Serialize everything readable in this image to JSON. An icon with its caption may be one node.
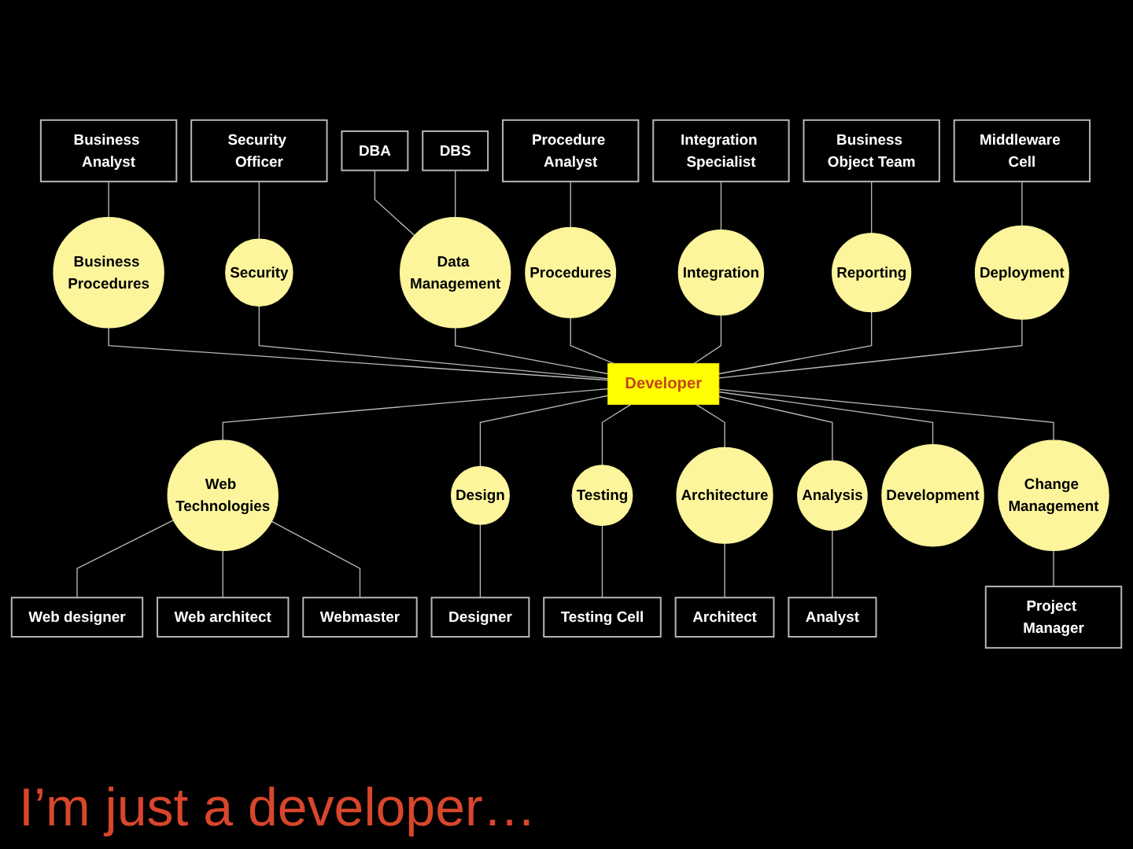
{
  "diagram": {
    "nodes": [
      {
        "text": [
          "Developer"
        ]
      },
      {
        "text": [
          "Business Procedures"
        ]
      },
      {
        "text": [
          "Business Analyst"
        ]
      },
      {
        "text": [
          "Security"
        ]
      },
      {
        "text": [
          "Security Officer"
        ]
      },
      {
        "text": [
          "Data Management"
        ]
      },
      {
        "text": [
          "DBA"
        ]
      },
      {
        "text": [
          "DBS"
        ]
      },
      {
        "text": [
          "Procedures"
        ]
      },
      {
        "text": [
          "Procedure Analyst"
        ]
      },
      {
        "text": [
          "Integration"
        ]
      },
      {
        "text": [
          "Integration Specialist"
        ]
      },
      {
        "text": [
          "Reporting"
        ]
      },
      {
        "text": [
          "Business Object Team"
        ]
      },
      {
        "text": [
          "Deployment"
        ]
      },
      {
        "text": [
          "Middleware Cell"
        ]
      },
      {
        "text": [
          "Web Technologies"
        ]
      },
      {
        "text": [
          "Web designer"
        ]
      },
      {
        "text": [
          "Web architect"
        ]
      },
      {
        "text": [
          "Webmaster"
        ]
      },
      {
        "text": [
          "Design"
        ]
      },
      {
        "text": [
          "Designer"
        ]
      },
      {
        "text": [
          "Testing"
        ]
      },
      {
        "text": [
          "Testing Cell"
        ]
      },
      {
        "text": [
          "Architecture"
        ]
      },
      {
        "text": [
          "Architect"
        ]
      },
      {
        "text": [
          "Analysis"
        ]
      },
      {
        "text": [
          "Analyst"
        ]
      },
      {
        "text": [
          "Development"
        ]
      },
      {
        "text": [
          "Change Management"
        ]
      },
      {
        "text": [
          "Project Manager"
        ]
      }
    ],
    "edges": [
      {
        "from": 1,
        "to": 0,
        "arrow": "none"
      },
      {
        "from": 2,
        "to": 1,
        "arrow": "none"
      },
      {
        "from": 3,
        "to": 0,
        "arrow": "none"
      },
      {
        "from": 4,
        "to": 3,
        "arrow": "none"
      },
      {
        "from": 5,
        "to": 0,
        "arrow": "none"
      },
      {
        "from": 6,
        "to": 5,
        "arrow": "none"
      },
      {
        "from": 7,
        "to": 5,
        "arrow": "none"
      },
      {
        "from": 8,
        "to": 0,
        "arrow": "none"
      },
      {
        "from": 9,
        "to": 8,
        "arrow": "none"
      },
      {
        "from": 10,
        "to": 0,
        "arrow": "none"
      },
      {
        "from": 11,
        "to": 10,
        "arrow": "none"
      },
      {
        "from": 12,
        "to": 0,
        "arrow": "none"
      },
      {
        "from": 13,
        "to": 12,
        "arrow": "none"
      },
      {
        "from": 14,
        "to": 0,
        "arrow": "none"
      },
      {
        "from": 15,
        "to": 14,
        "arrow": "none"
      },
      {
        "from": 0,
        "to": 16,
        "arrow": "none"
      },
      {
        "from": 16,
        "to": 17,
        "arrow": "none"
      },
      {
        "from": 16,
        "to": 18,
        "arrow": "none"
      },
      {
        "from": 16,
        "to": 19,
        "arrow": "none"
      },
      {
        "from": 0,
        "to": 20,
        "arrow": "none"
      },
      {
        "from": 20,
        "to": 21,
        "arrow": "none"
      },
      {
        "from": 0,
        "to": 22,
        "arrow": "none"
      },
      {
        "from": 22,
        "to": 23,
        "arrow": "none"
      },
      {
        "from": 0,
        "to": 24,
        "arrow": "none"
      },
      {
        "from": 24,
        "to": 25,
        "arrow": "none"
      },
      {
        "from": 0,
        "to": 26,
        "arrow": "none"
      },
      {
        "from": 26,
        "to": 27,
        "arrow": "none"
      },
      {
        "from": 0,
        "to": 28,
        "arrow": "none"
      },
      {
        "from": 0,
        "to": 29,
        "arrow": "none"
      },
      {
        "from": 29,
        "to": 30,
        "arrow": "none"
      }
    ],
    "labels": [
      "I’m just a developer…"
    ]
  }
}
